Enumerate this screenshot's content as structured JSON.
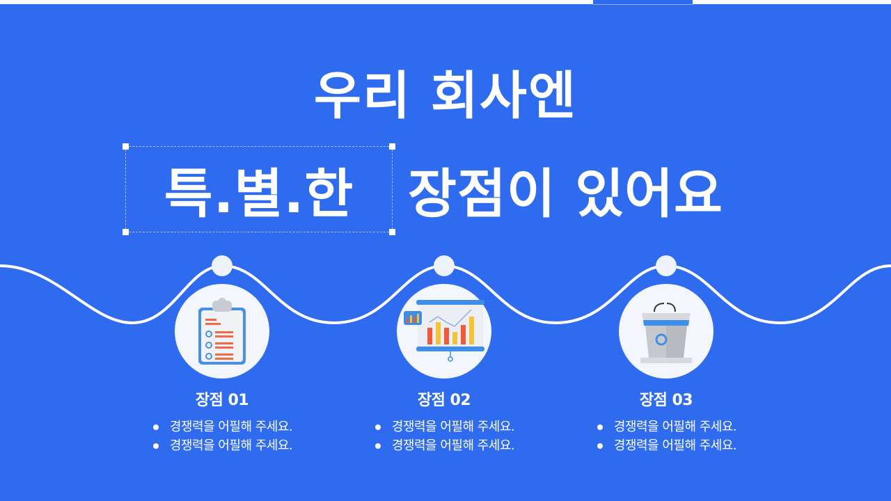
{
  "slide": {
    "background_color": "#2F6BEE",
    "accent_white": "#FFFFFF"
  },
  "title": {
    "line1": "우리 회사엔",
    "highlight": "특.별.한",
    "line2_rest": "장점이 있어요"
  },
  "features": [
    {
      "icon": "clipboard-checklist-icon",
      "title": "장점 01",
      "bullets": [
        "경쟁력을 어필해 주세요.",
        "경쟁력을 어필해 주세요."
      ]
    },
    {
      "icon": "presentation-chart-icon",
      "title": "장점 02",
      "bullets": [
        "경쟁력을 어필해 주세요.",
        "경쟁력을 어필해 주세요."
      ]
    },
    {
      "icon": "podium-icon",
      "title": "장점 03",
      "bullets": [
        "경쟁력을 어필해 주세요.",
        "경쟁력을 어필해 주세요."
      ]
    }
  ]
}
